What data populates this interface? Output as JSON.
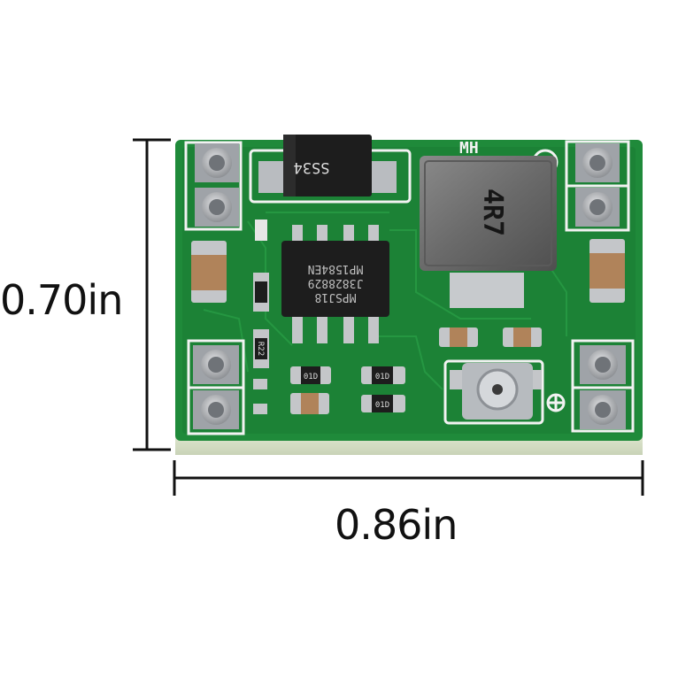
{
  "dimensions": {
    "height_label": "0.70in",
    "width_label": "0.86in"
  },
  "board_markings": {
    "diode_label": "SS34",
    "ic_line1": "MPSJ18",
    "ic_line2": "J3828829",
    "ic_line3": "MP1584EN",
    "inductor_label": "4R7",
    "silkscreen_label": "MH",
    "resistor_label": "R22",
    "small_part_label": "01D"
  },
  "colors": {
    "pcb_green": "#1f8a3a",
    "pcb_dark_green": "#17702e",
    "silkscreen": "#f2f2f2",
    "pad_silver": "#b9bcc0",
    "ic_black": "#1d1d1d",
    "inductor_gray": "#6d6d6d",
    "capacitor_tan": "#b0835a"
  }
}
